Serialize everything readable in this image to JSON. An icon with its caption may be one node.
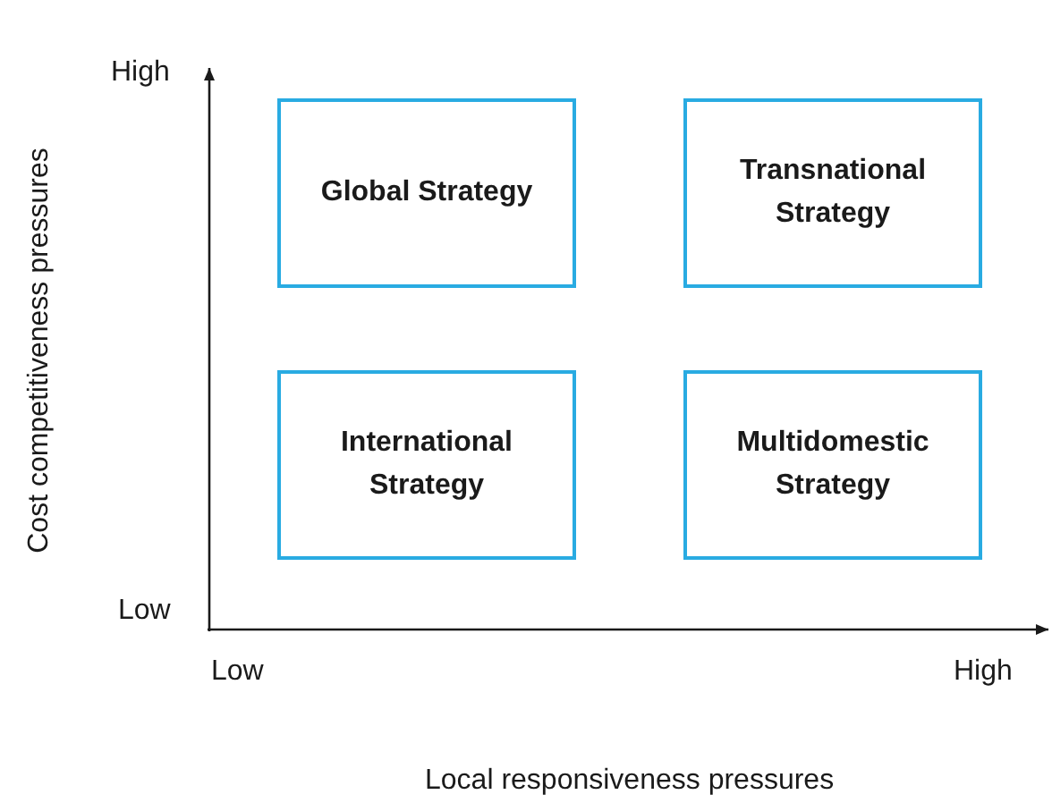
{
  "diagram": {
    "nodes": [
      {
        "text": [
          "Global Strategy"
        ]
      },
      {
        "text": [
          "Transnational Strategy"
        ]
      },
      {
        "text": [
          "International Strategy"
        ]
      },
      {
        "text": [
          "Multidomestic Strategy"
        ]
      }
    ],
    "edges": [],
    "labels": [
      "High",
      "Low",
      "Low",
      "High",
      "Cost competitiveness pressures",
      "Local responsiveness pressures"
    ]
  }
}
